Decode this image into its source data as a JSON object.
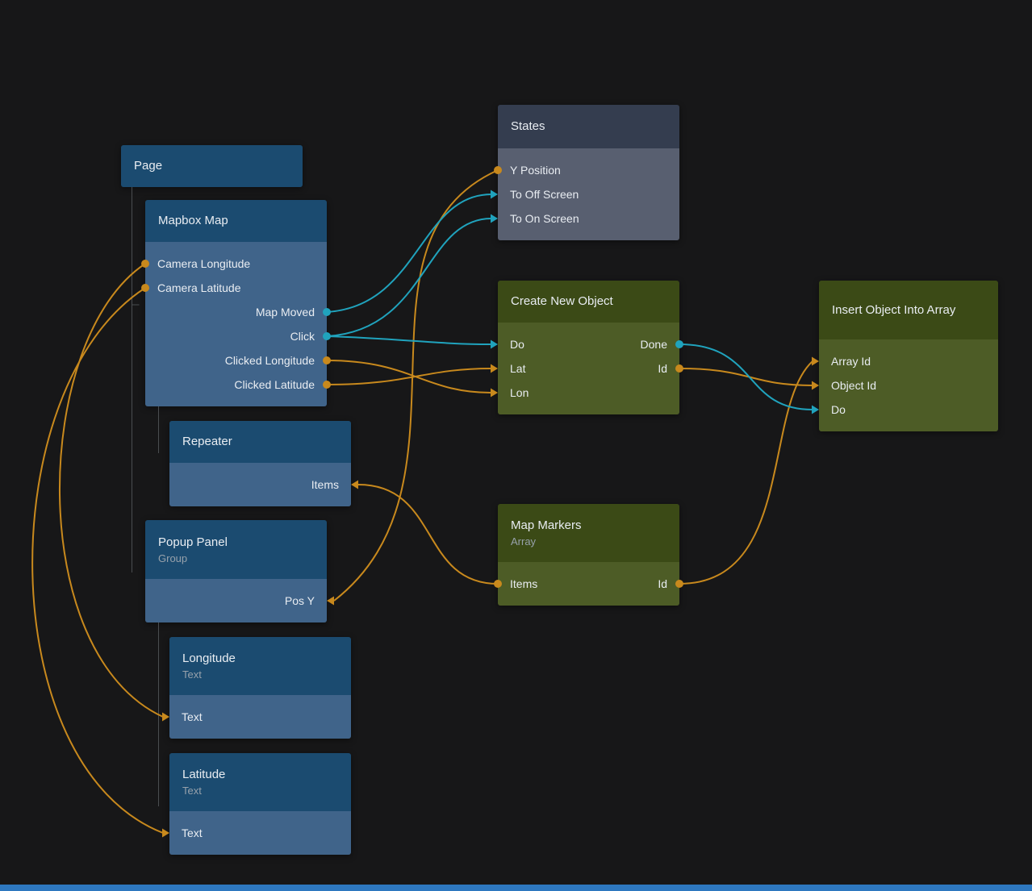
{
  "colors": {
    "background": "#171718",
    "node_blue_header": "#1b4b70",
    "node_blue_body": "#40648a",
    "node_slate_header": "#343d4f",
    "node_slate_body": "#585f70",
    "node_green_header": "#3b4a16",
    "node_green_body": "#4d5c26",
    "wire_orange": "#c8891d",
    "wire_teal": "#20a3bd",
    "tree_line": "#54575b",
    "bottom_bar": "#2e78bf"
  },
  "nodes": {
    "page": {
      "title": "Page"
    },
    "mapbox_map": {
      "title": "Mapbox Map",
      "ports": {
        "camera_longitude": "Camera Longitude",
        "camera_latitude": "Camera Latitude",
        "map_moved": "Map Moved",
        "click": "Click",
        "clicked_longitude": "Clicked Longitude",
        "clicked_latitude": "Clicked Latitude"
      }
    },
    "repeater": {
      "title": "Repeater",
      "ports": {
        "items": "Items"
      }
    },
    "popup_panel": {
      "title": "Popup Panel",
      "subtitle": "Group",
      "ports": {
        "pos_y": "Pos Y"
      }
    },
    "longitude": {
      "title": "Longitude",
      "subtitle": "Text",
      "ports": {
        "text": "Text"
      }
    },
    "latitude": {
      "title": "Latitude",
      "subtitle": "Text",
      "ports": {
        "text": "Text"
      }
    },
    "states": {
      "title": "States",
      "ports": {
        "y_position": "Y Position",
        "to_off_screen": "To Off Screen",
        "to_on_screen": "To On Screen"
      }
    },
    "create_new_object": {
      "title": "Create New Object",
      "ports": {
        "do": "Do",
        "done": "Done",
        "lat": "Lat",
        "id": "Id",
        "lon": "Lon"
      }
    },
    "insert_object_into_array": {
      "title": "Insert Object Into Array",
      "ports": {
        "array_id": "Array Id",
        "object_id": "Object Id",
        "do": "Do"
      }
    },
    "map_markers": {
      "title": "Map Markers",
      "subtitle": "Array",
      "ports": {
        "items": "Items",
        "id": "Id"
      }
    }
  },
  "connections": [
    {
      "from": "Mapbox Map.Camera Longitude",
      "to": "Longitude.Text",
      "color": "orange"
    },
    {
      "from": "Mapbox Map.Camera Latitude",
      "to": "Latitude.Text",
      "color": "orange"
    },
    {
      "from": "Mapbox Map.Map Moved",
      "to": "States.To Off Screen",
      "color": "teal"
    },
    {
      "from": "Mapbox Map.Click",
      "to": "States.To On Screen",
      "color": "teal"
    },
    {
      "from": "Mapbox Map.Click",
      "to": "Create New Object.Do",
      "color": "teal"
    },
    {
      "from": "Mapbox Map.Clicked Longitude",
      "to": "Create New Object.Lon",
      "color": "orange"
    },
    {
      "from": "Mapbox Map.Clicked Latitude",
      "to": "Create New Object.Lat",
      "color": "orange"
    },
    {
      "from": "States.Y Position",
      "to": "Popup Panel.Pos Y",
      "color": "orange"
    },
    {
      "from": "Map Markers.Items",
      "to": "Repeater.Items",
      "color": "orange"
    },
    {
      "from": "Map Markers.Id",
      "to": "Insert Object Into Array.Array Id",
      "color": "orange"
    },
    {
      "from": "Create New Object.Id",
      "to": "Insert Object Into Array.Object Id",
      "color": "orange"
    },
    {
      "from": "Create New Object.Done",
      "to": "Insert Object Into Array.Do",
      "color": "teal"
    }
  ]
}
